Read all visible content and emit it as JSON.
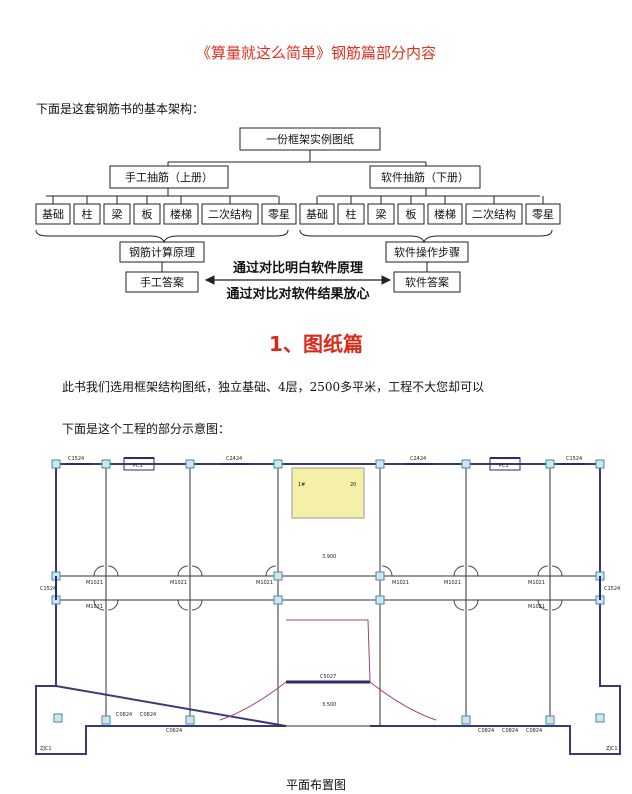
{
  "page_title": "《算量就这么简单》钢筋篇部分内容",
  "intro_line": "下面是这套钢筋书的基本架构：",
  "diagram": {
    "root": "一份框架实例图纸",
    "left_branch": "手工抽筋（上册）",
    "right_branch": "软件抽筋（下册）",
    "left_items": [
      "基础",
      "柱",
      "梁",
      "板",
      "楼梯",
      "二次结构",
      "零星"
    ],
    "right_items": [
      "基础",
      "柱",
      "梁",
      "板",
      "楼梯",
      "二次结构",
      "零星"
    ],
    "left_sub1": "钢筋计算原理",
    "left_sub2": "手工答案",
    "right_sub1": "软件操作步骤",
    "right_sub2": "软件答案",
    "compare_top": "通过对比明白软件原理",
    "compare_bottom": "通过对比对软件结果放心"
  },
  "section_heading": "1、图纸篇",
  "para1": "此书我们选用框架结构图纸，独立基础、4层，2500多平米，工程不大您却可以",
  "para2": "下面是这个工程的部分示意图：",
  "plan": {
    "top_labels": [
      "C1524",
      "PC1",
      "C2424",
      "C2424",
      "PC1",
      "C1524"
    ],
    "room_tags": [
      "M1021",
      "M1021",
      "M1021",
      "M1021",
      "M1021",
      "M1021",
      "M1021",
      "M1021"
    ],
    "side_labels": [
      "C1524",
      "C1524"
    ],
    "center_labels": [
      "3.900",
      "C5027",
      "3.500"
    ],
    "stair_labels": [
      "1#",
      "20"
    ],
    "bottom_labels": [
      "C0824",
      "C0824",
      "C0624",
      "C0824",
      "C0824",
      "C0824"
    ],
    "corner_labels": [
      "ZJC1",
      "ZJC1"
    ]
  },
  "caption": "平面布置图"
}
